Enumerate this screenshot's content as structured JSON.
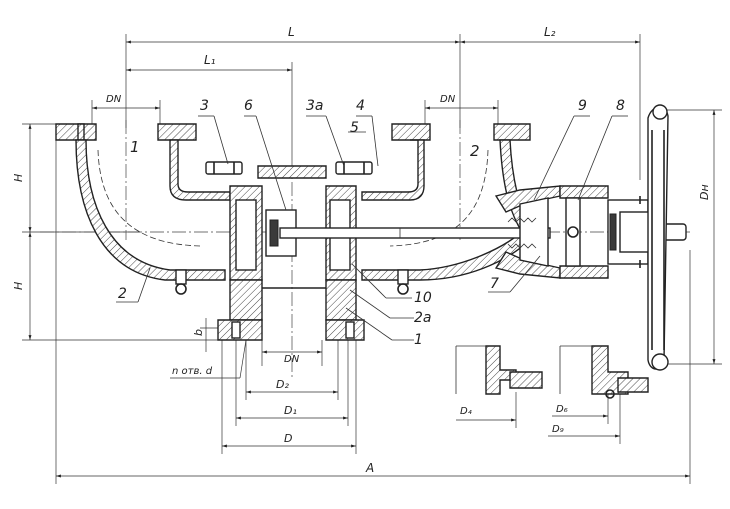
{
  "dimensions": {
    "L": "L",
    "L1": "L₁",
    "L2": "L₂",
    "DN_left": "DN",
    "DN_right": "DN",
    "DN_bottom": "DN",
    "H_top": "H",
    "H_bottom": "H",
    "b": "b",
    "holes": "n отв. d",
    "D2": "D₂",
    "D1": "D₁",
    "D": "D",
    "A": "A",
    "DH": "Dн",
    "D4": "D₄",
    "D6": "D₆",
    "D9": "D₉"
  },
  "callouts": {
    "c1": "1",
    "c2": "2",
    "c2a": "2a",
    "c3": "3",
    "c3a": "3a",
    "c4": "4",
    "c5": "5",
    "c6": "6",
    "c7": "7",
    "c8": "8",
    "c9": "9",
    "c10": "10",
    "port1": "1",
    "port2": "2"
  }
}
